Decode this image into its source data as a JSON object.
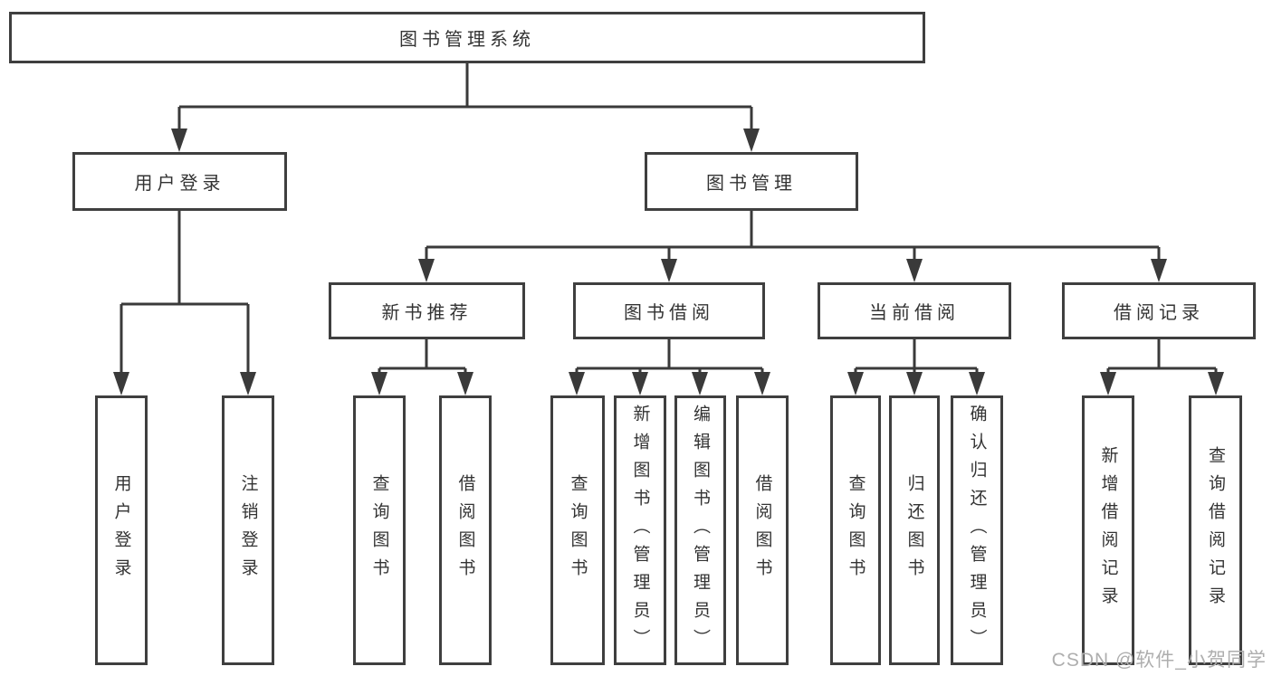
{
  "diagram_title": "图书管理系统",
  "tree": {
    "label": "图书管理系统",
    "children": [
      {
        "label": "用户登录",
        "children": [
          {
            "label": "用户登录"
          },
          {
            "label": "注销登录"
          }
        ]
      },
      {
        "label": "图书管理",
        "children": [
          {
            "label": "新书推荐",
            "children": [
              {
                "label": "查询图书"
              },
              {
                "label": "借阅图书"
              }
            ]
          },
          {
            "label": "图书借阅",
            "children": [
              {
                "label": "查询图书"
              },
              {
                "label": "新增图书（管理员）"
              },
              {
                "label": "编辑图书（管理员）"
              },
              {
                "label": "借阅图书"
              }
            ]
          },
          {
            "label": "当前借阅",
            "children": [
              {
                "label": "查询图书"
              },
              {
                "label": "归还图书"
              },
              {
                "label": "确认归还（管理员）"
              }
            ]
          },
          {
            "label": "借阅记录",
            "children": [
              {
                "label": "新增借阅记录"
              },
              {
                "label": "查询借阅记录"
              }
            ]
          }
        ]
      }
    ]
  },
  "watermark": {
    "text": "CSDN @软件_小贺同学"
  },
  "colors": {
    "line": "#3a3a3a",
    "box_border": "#3f3f3f",
    "text": "#333333",
    "watermark": "#aeaeae",
    "background": "#ffffff"
  }
}
